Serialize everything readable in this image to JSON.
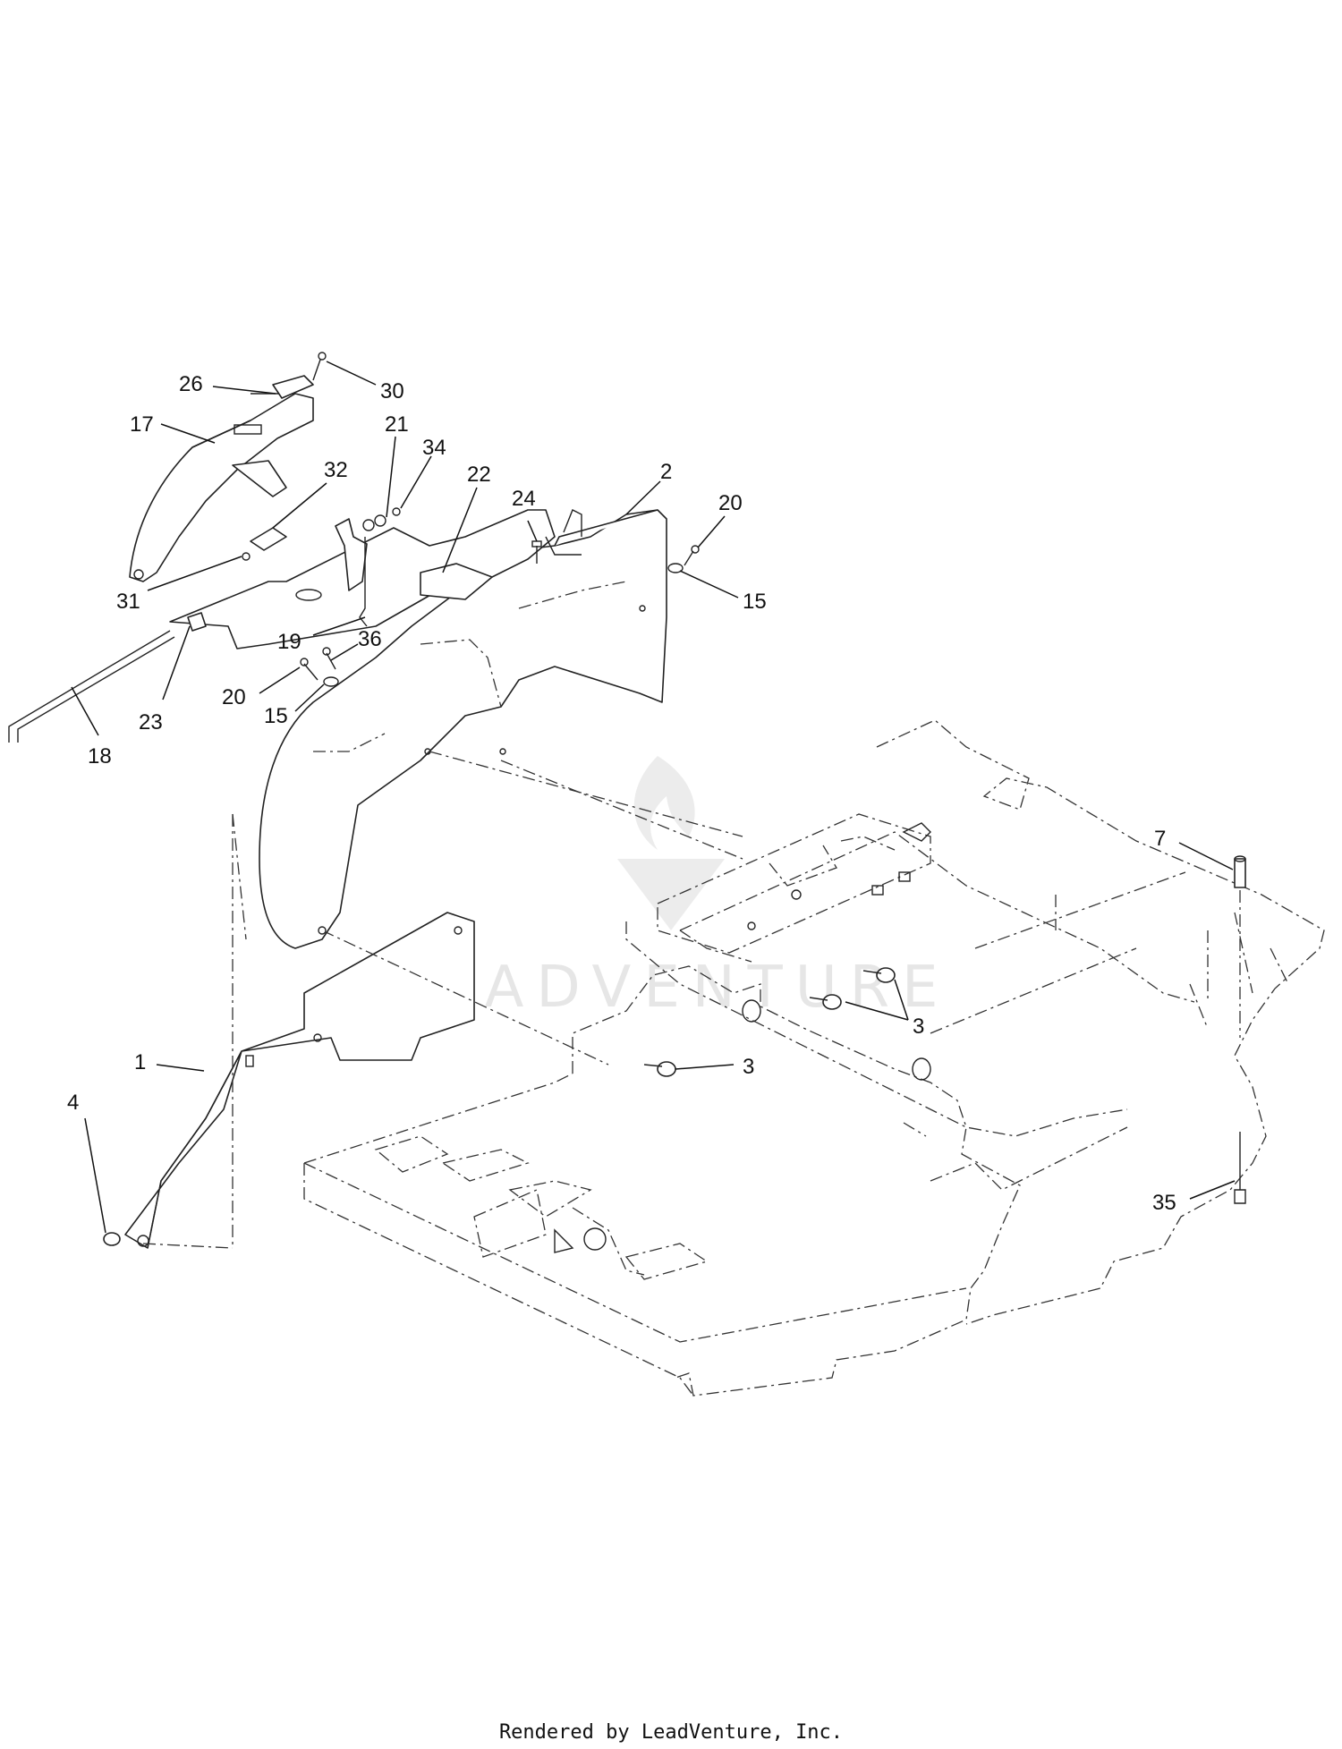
{
  "watermark": {
    "text": "LEADVENTURE"
  },
  "footer": {
    "text": "Rendered by LeadVenture, Inc."
  },
  "callouts": [
    {
      "id": "c26",
      "label": "26"
    },
    {
      "id": "c30",
      "label": "30"
    },
    {
      "id": "c17",
      "label": "17"
    },
    {
      "id": "c21",
      "label": "21"
    },
    {
      "id": "c34",
      "label": "34"
    },
    {
      "id": "c32",
      "label": "32"
    },
    {
      "id": "c22",
      "label": "22"
    },
    {
      "id": "c24",
      "label": "24"
    },
    {
      "id": "c2",
      "label": "2"
    },
    {
      "id": "c20a",
      "label": "20"
    },
    {
      "id": "c15a",
      "label": "15"
    },
    {
      "id": "c31",
      "label": "31"
    },
    {
      "id": "c19",
      "label": "19"
    },
    {
      "id": "c36",
      "label": "36"
    },
    {
      "id": "c20b",
      "label": "20"
    },
    {
      "id": "c15b",
      "label": "15"
    },
    {
      "id": "c23",
      "label": "23"
    },
    {
      "id": "c18",
      "label": "18"
    },
    {
      "id": "c7",
      "label": "7"
    },
    {
      "id": "c3a",
      "label": "3"
    },
    {
      "id": "c3b",
      "label": "3"
    },
    {
      "id": "c1",
      "label": "1"
    },
    {
      "id": "c4",
      "label": "4"
    },
    {
      "id": "c35",
      "label": "35"
    }
  ]
}
